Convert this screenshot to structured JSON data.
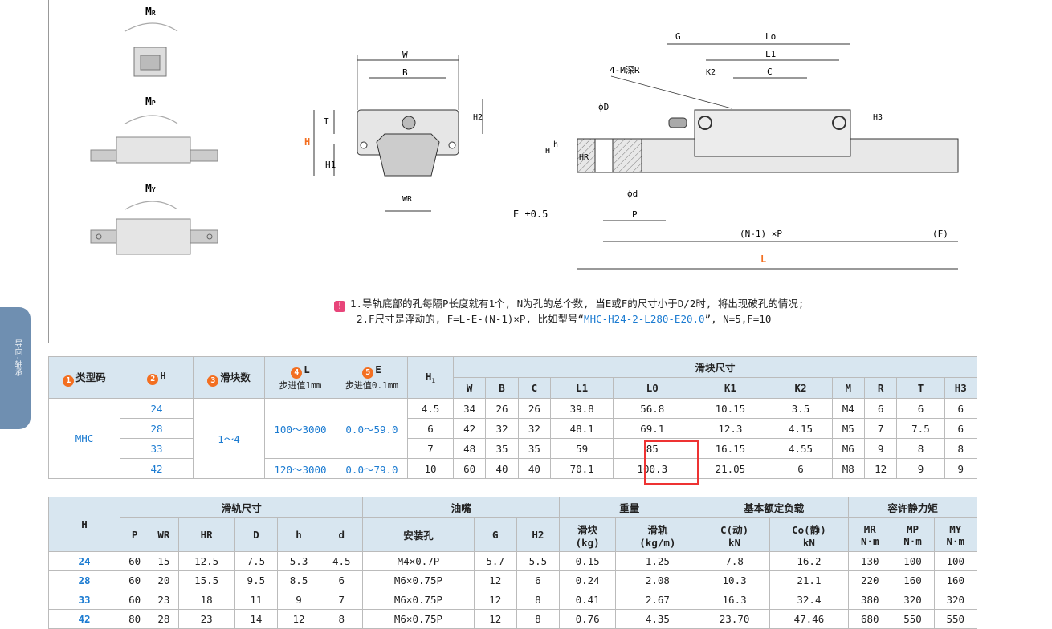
{
  "side_tab": {
    "label": "导向·轴承"
  },
  "diagram": {
    "moment_labels": [
      "MR",
      "MP",
      "MY"
    ],
    "dims": {
      "W": "W",
      "B": "B",
      "T": "T",
      "H2": "H2",
      "H1": "H1",
      "H": "H",
      "WR": "WR",
      "HR": "HR",
      "h": "h",
      "phiD": "ϕD",
      "phid": "ϕd",
      "G": "G",
      "L0": "Lo",
      "L1": "L1",
      "K2": "K2",
      "C": "C",
      "H3": "H3",
      "P": "P",
      "N1P": "(N-1) ×P",
      "F": "(F)",
      "L": "L",
      "E": "E ±0.5",
      "M": "4-M深R"
    }
  },
  "notes": {
    "line1": "1.导轨底部的孔每隔P长度就有1个, N为孔的总个数, 当E或F的尺寸小于D/2时, 将出现破孔的情况;",
    "line2_pre": "2.F尺寸是浮动的, F=L-E-(N-1)×P, 比如型号“",
    "line2_model": "MHC-H24-2-L280-E20.0",
    "line2_post": "”, N=5,F=10"
  },
  "table1": {
    "headers": {
      "type": "类型码",
      "H": "H",
      "blocks": "滑块数",
      "L": "L",
      "L_step": "步进值1mm",
      "E": "E",
      "E_step": "步进值0.1mm",
      "H1": "H1",
      "block_dims": "滑块尺寸"
    },
    "sub_headers": [
      "W",
      "B",
      "C",
      "L1",
      "L0",
      "K1",
      "K2",
      "M",
      "R",
      "T",
      "H3"
    ],
    "type_code": "MHC",
    "block_count": "1～4",
    "L_ranges": [
      "100～3000",
      "120～3000"
    ],
    "E_ranges": [
      "0.0～59.0",
      "0.0～79.0"
    ],
    "rows": [
      {
        "H": "24",
        "H1": "4.5",
        "vals": [
          "34",
          "26",
          "26",
          "39.8",
          "56.8",
          "10.15",
          "3.5",
          "M4",
          "6",
          "6",
          "6"
        ]
      },
      {
        "H": "28",
        "H1": "6",
        "vals": [
          "42",
          "32",
          "32",
          "48.1",
          "69.1",
          "12.3",
          "4.15",
          "M5",
          "7",
          "7.5",
          "6"
        ]
      },
      {
        "H": "33",
        "H1": "7",
        "vals": [
          "48",
          "35",
          "35",
          "59",
          "85",
          "16.15",
          "4.55",
          "M6",
          "9",
          "8",
          "8"
        ]
      },
      {
        "H": "42",
        "H1": "10",
        "vals": [
          "60",
          "40",
          "40",
          "70.1",
          "100.3",
          "21.05",
          "6",
          "M8",
          "12",
          "9",
          "9"
        ]
      }
    ]
  },
  "table2": {
    "headers": {
      "H": "H",
      "rail": "滑轨尺寸",
      "nozzle": "油嘴",
      "weight": "重量",
      "load": "基本额定负载",
      "moment": "容许静力矩"
    },
    "sub_headers": [
      "P",
      "WR",
      "HR",
      "D",
      "h",
      "d",
      "安装孔",
      "G",
      "H2",
      "滑块\n(kg)",
      "滑轨\n(kg/m)",
      "C(动)\nkN",
      "Co(静)\nkN",
      "MR\nN·m",
      "MP\nN·m",
      "MY\nN·m"
    ],
    "rows": [
      {
        "H": "24",
        "vals": [
          "60",
          "15",
          "12.5",
          "7.5",
          "5.3",
          "4.5",
          "M4×0.7P",
          "5.7",
          "5.5",
          "0.15",
          "1.25",
          "7.8",
          "16.2",
          "130",
          "100",
          "100"
        ]
      },
      {
        "H": "28",
        "vals": [
          "60",
          "20",
          "15.5",
          "9.5",
          "8.5",
          "6",
          "M6×0.75P",
          "12",
          "6",
          "0.24",
          "2.08",
          "10.3",
          "21.1",
          "220",
          "160",
          "160"
        ]
      },
      {
        "H": "33",
        "vals": [
          "60",
          "23",
          "18",
          "11",
          "9",
          "7",
          "M6×0.75P",
          "12",
          "8",
          "0.41",
          "2.67",
          "16.3",
          "32.4",
          "380",
          "320",
          "320"
        ]
      },
      {
        "H": "42",
        "vals": [
          "80",
          "28",
          "23",
          "14",
          "12",
          "8",
          "M6×0.75P",
          "12",
          "8",
          "0.76",
          "4.35",
          "23.70",
          "47.46",
          "680",
          "550",
          "550"
        ]
      }
    ]
  }
}
